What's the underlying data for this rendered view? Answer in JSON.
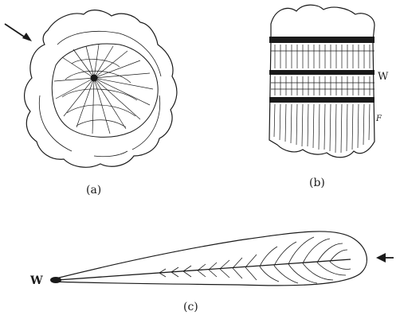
{
  "panels": {
    "a": {
      "caption": "(a)"
    },
    "b": {
      "caption": "(b)",
      "labels": {
        "weld": "W",
        "fracture": "F"
      }
    },
    "c": {
      "caption": "(c)",
      "labels": {
        "weld": "W"
      }
    }
  },
  "style": {
    "ink": "#1a1a1a",
    "paper": "#ffffff"
  }
}
